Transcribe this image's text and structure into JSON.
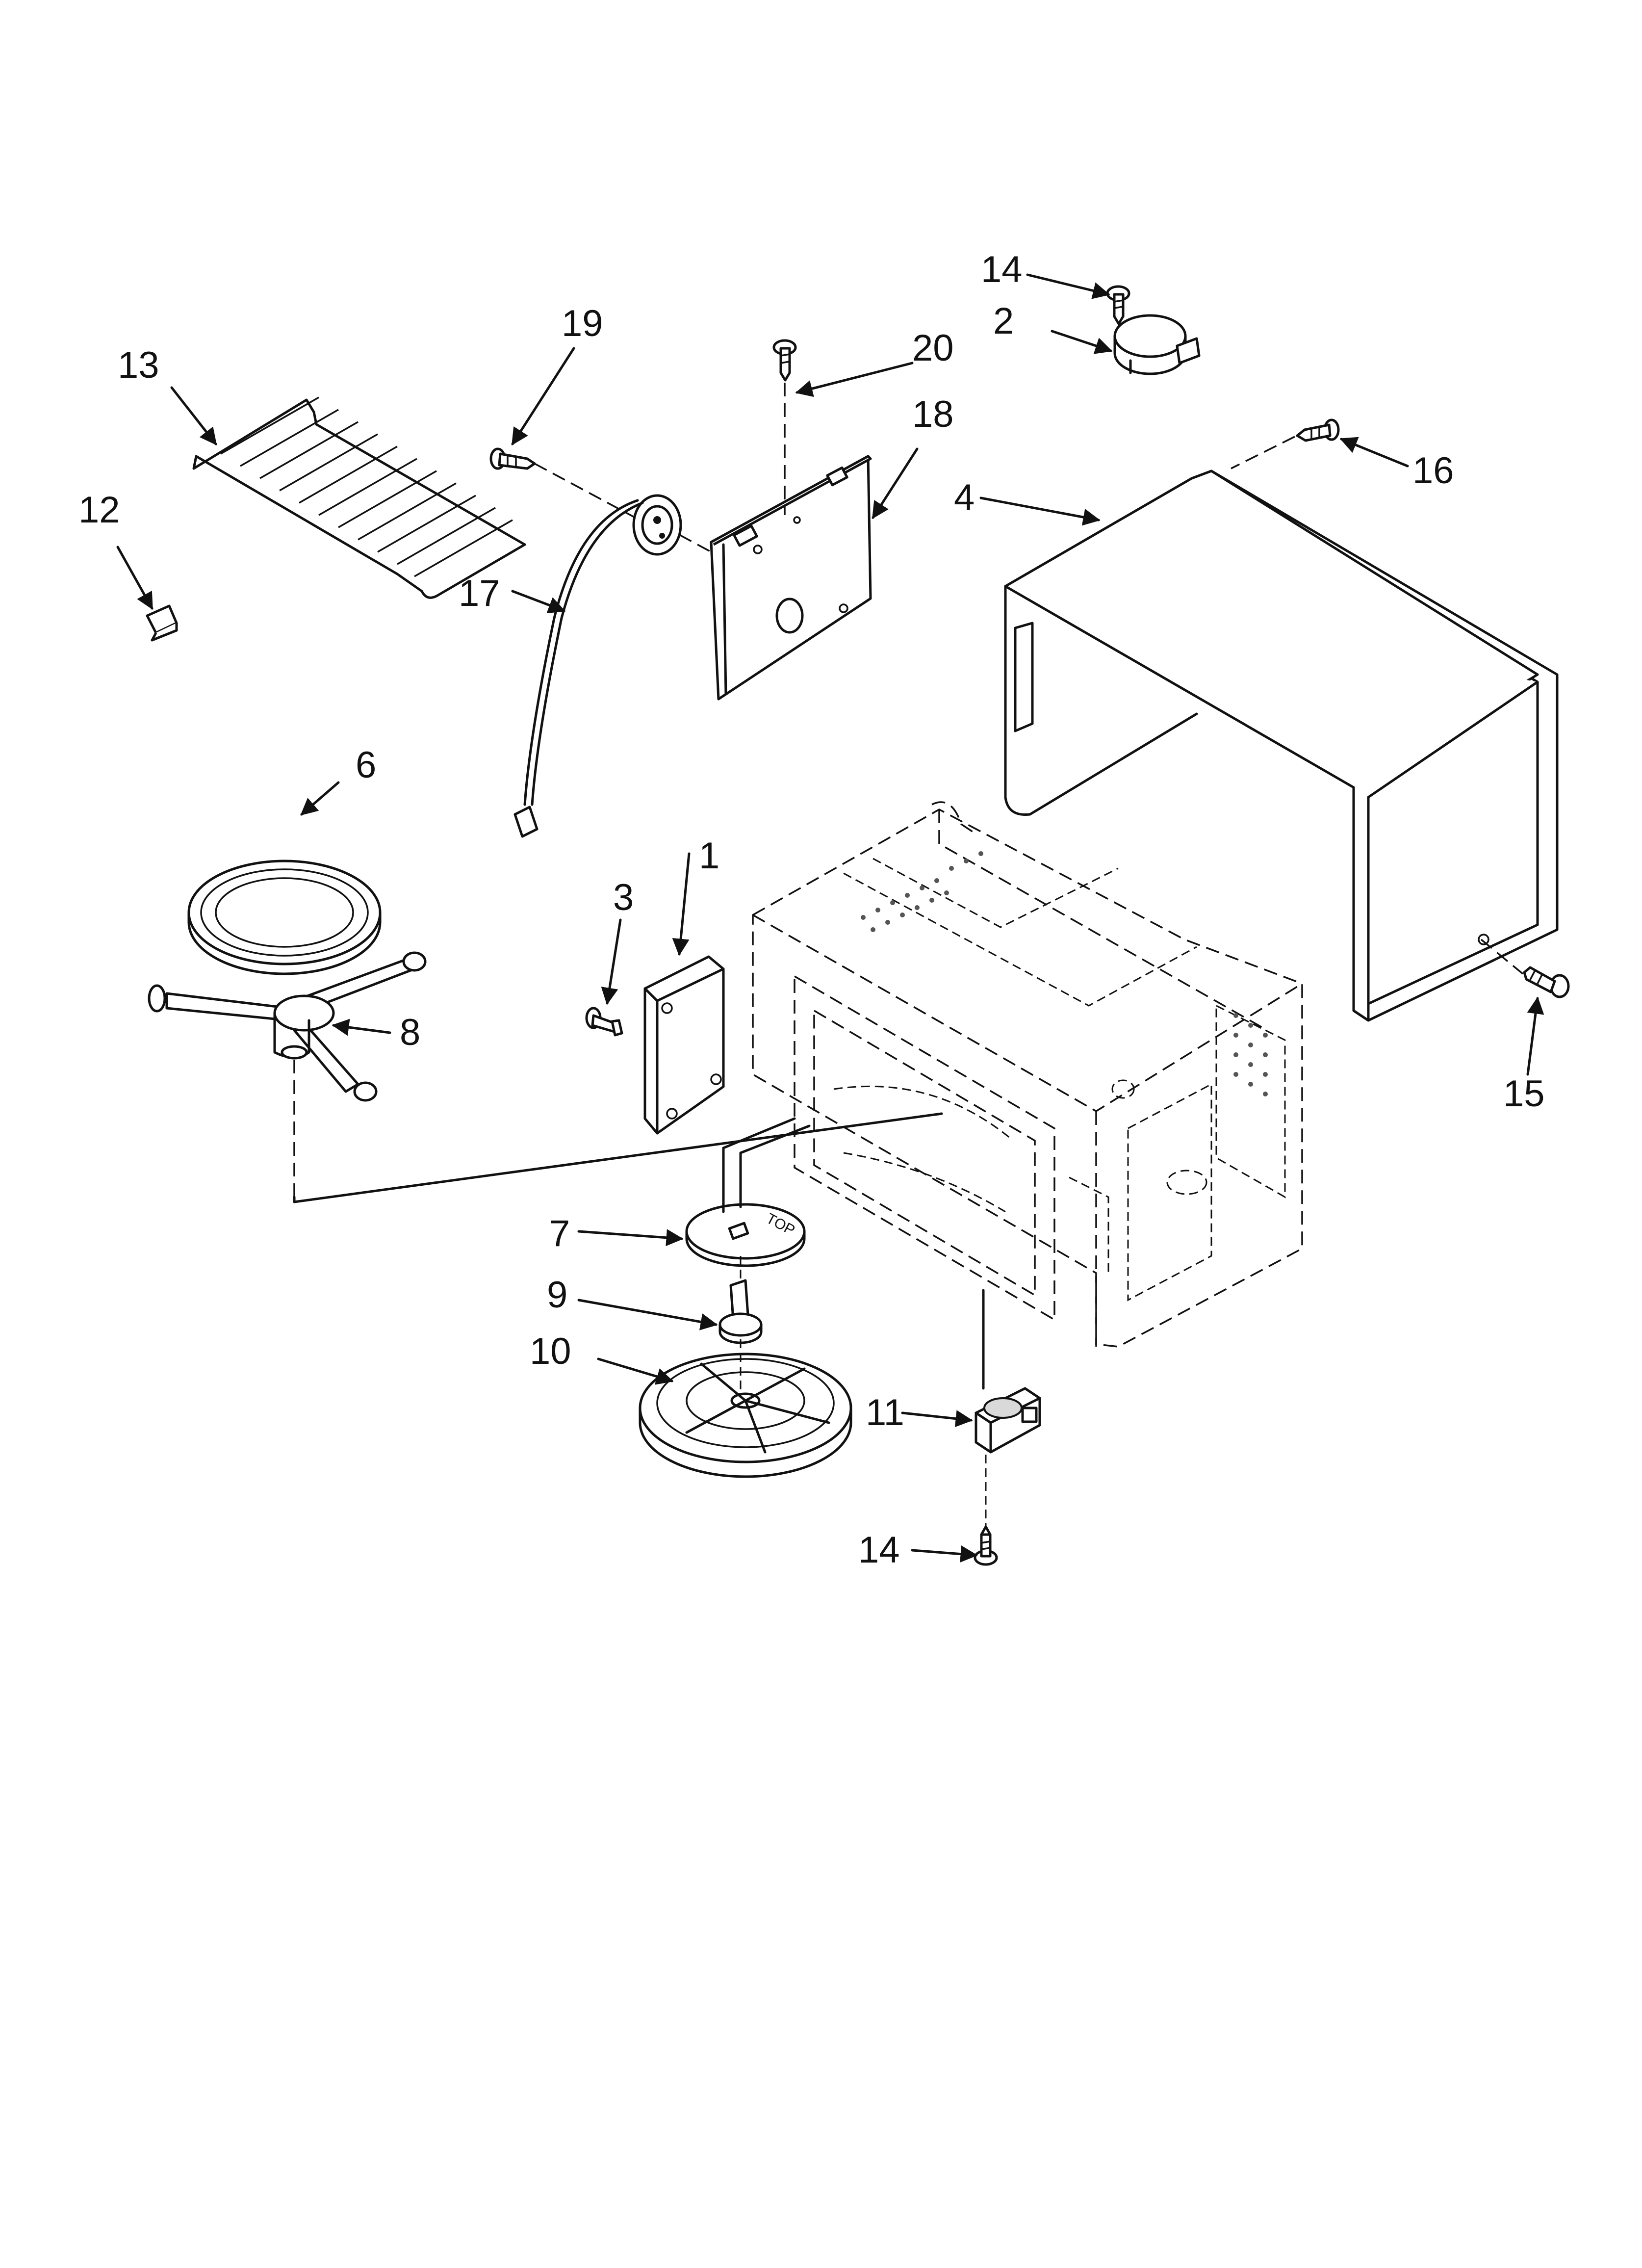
{
  "diagram": {
    "labels": [
      "1",
      "2",
      "3",
      "4",
      "6",
      "7",
      "8",
      "9",
      "10",
      "11",
      "12",
      "13",
      "14",
      "14",
      "15",
      "16",
      "17",
      "18",
      "19",
      "20"
    ],
    "stamp_text": "TOP"
  }
}
